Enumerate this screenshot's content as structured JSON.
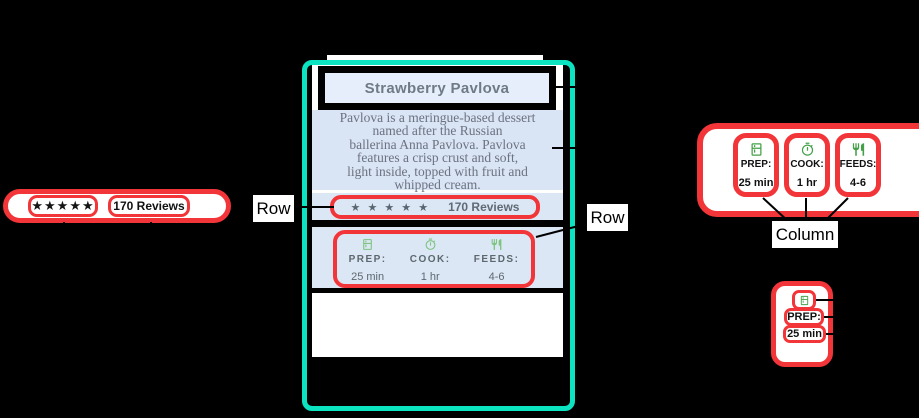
{
  "colors": {
    "red": "#f23538",
    "teal": "#0ce3c1",
    "card_blue": "#d9e4f4",
    "title_blue": "#e6eefb",
    "strip_blue": "#dce7f5",
    "green": "#43a047",
    "green_light": "#7cc47f",
    "title_text": "#6f7a87",
    "body_text": "#6b7280",
    "label_text": "#5d676e"
  },
  "annotations": {
    "row_left": "Row",
    "row_right": "Row",
    "column": "Column"
  },
  "ratings_widget": {
    "stars": "★★★★★",
    "reviews": "170 Reviews"
  },
  "card": {
    "title": "Strawberry Pavlova",
    "description": "Pavlova is a meringue-based dessert\nnamed after the Russian\nballerina Anna Pavlova. Pavlova\nfeatures a crisp crust and soft,\nlight inside, topped with fruit and\nwhipped cream.",
    "ratings": {
      "stars": "★ ★ ★ ★ ★",
      "reviews": "170 Reviews"
    },
    "info_row": [
      {
        "icon": "kitchen-icon",
        "label": "PREP:",
        "value": "25 min"
      },
      {
        "icon": "timer-icon",
        "label": "COOK:",
        "value": "1 hr"
      },
      {
        "icon": "restaurant-icon",
        "label": "FEEDS:",
        "value": "4-6"
      }
    ]
  },
  "column_widget": {
    "items": [
      {
        "icon": "kitchen-icon",
        "label": "PREP:",
        "value": "25 min"
      },
      {
        "icon": "timer-icon",
        "label": "COOK:",
        "value": "1 hr"
      },
      {
        "icon": "restaurant-icon",
        "label": "FEEDS:",
        "value": "4-6"
      }
    ]
  },
  "item_widget": {
    "icon": "kitchen-icon",
    "label": "PREP:",
    "value": "25 min"
  }
}
